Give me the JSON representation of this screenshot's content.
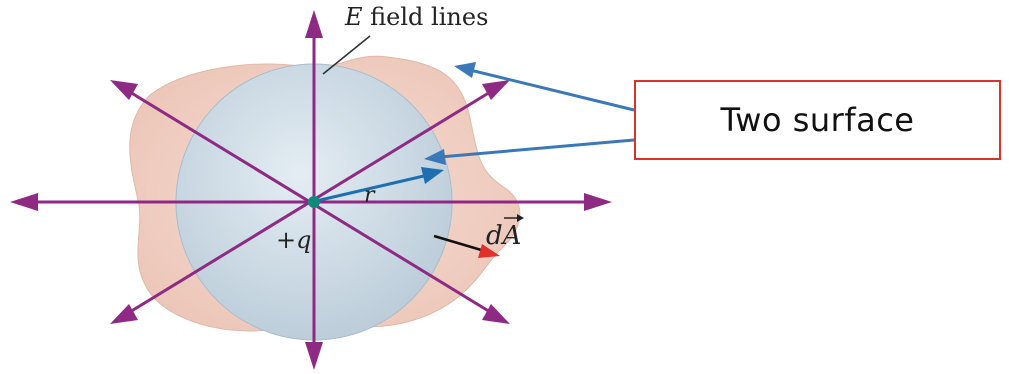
{
  "field_label": {
    "symbol": "E",
    "text": "field lines"
  },
  "callout": {
    "text": "Two surface"
  },
  "labels": {
    "radius": "r",
    "charge": "+q",
    "area_element": "dA"
  },
  "colors": {
    "field_line": "#8e2a84",
    "outer_surface": "#f1d3c7",
    "inner_sphere": "#ccdbe6",
    "pointer_arrow": "#3a78b8",
    "radius_arrow": "#1f6fb0",
    "charge": "#0f8a7a",
    "callout_border": "#d9332b",
    "area_vector": "#111111",
    "area_vector_tip": "#e0302a"
  }
}
